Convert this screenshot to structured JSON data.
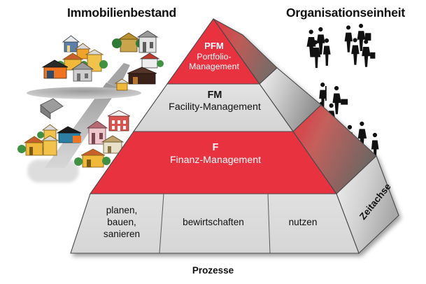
{
  "headers": {
    "left": "Immobilienbestand",
    "right": "Organisationseinheit"
  },
  "axis_labels": {
    "bottom": "Prozesse",
    "right": "Zeitachse"
  },
  "colors": {
    "red": "#e8323f",
    "red_dark": "#b23c3c",
    "gray_light": "#dcdcdc",
    "gray_face": "#c9c9c9",
    "gray_dark": "#8a8a8a",
    "outline": "#4a4a4a",
    "text_dark": "#111111",
    "text_light": "#ffffff"
  },
  "pyramid": {
    "tiers": [
      {
        "code": "PFM",
        "name": "Portfolio-",
        "name2": "Management",
        "fill": "red"
      },
      {
        "code": "FM",
        "name": "Facility-Management",
        "name2": "",
        "fill": "gray"
      },
      {
        "code": "F",
        "name": "Finanz-Management",
        "name2": "",
        "fill": "red"
      }
    ],
    "base_cells": [
      {
        "line1": "planen,",
        "line2": "bauen,",
        "line3": "sanieren"
      },
      {
        "line1": "bewirtschaften",
        "line2": "",
        "line3": ""
      },
      {
        "line1": "nutzen",
        "line2": "",
        "line3": ""
      }
    ]
  },
  "illustrations": {
    "left": "buildings-cluster-icon",
    "right": "people-silhouettes-icon"
  }
}
